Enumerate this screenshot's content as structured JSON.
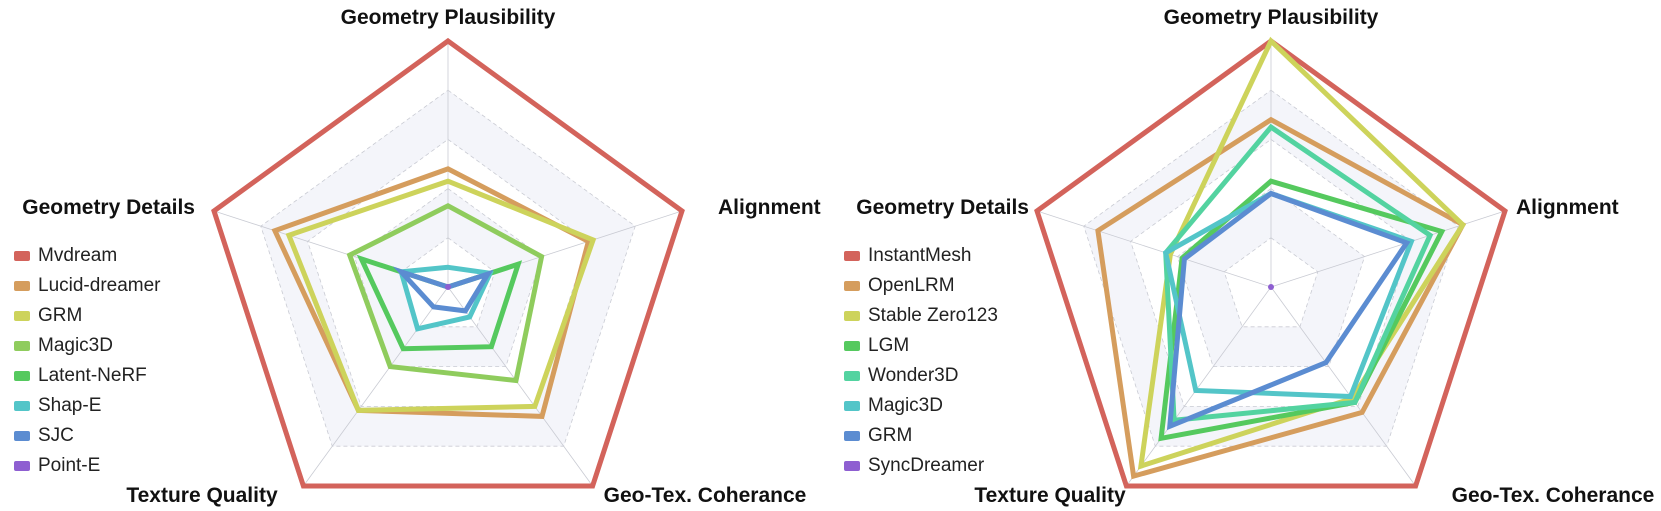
{
  "chart_data": [
    {
      "type": "radar",
      "title": "",
      "axes": [
        "Geometry Plausibility",
        "Alignment",
        "Geo-Tex. Coherance",
        "Texture Quality",
        "Geometry Details"
      ],
      "range": [
        0,
        1
      ],
      "grid": true,
      "legend_position": "bottom-left",
      "series": [
        {
          "name": "Mvdream",
          "color": "#d3635b",
          "values": [
            1.0,
            1.0,
            1.0,
            1.0,
            1.0
          ]
        },
        {
          "name": "Lucid-dreamer",
          "color": "#d59d5d",
          "values": [
            0.48,
            0.6,
            0.65,
            0.62,
            0.74
          ]
        },
        {
          "name": "GRM",
          "color": "#cdd35b",
          "values": [
            0.43,
            0.62,
            0.6,
            0.62,
            0.68
          ]
        },
        {
          "name": "Magic3D",
          "color": "#8fcc5d",
          "values": [
            0.33,
            0.4,
            0.47,
            0.4,
            0.42
          ]
        },
        {
          "name": "Latent-NeRF",
          "color": "#55c95e",
          "values": [
            0.0,
            0.3,
            0.3,
            0.31,
            0.37
          ]
        },
        {
          "name": "Shap-E",
          "color": "#53c5c8",
          "values": [
            0.08,
            0.18,
            0.15,
            0.21,
            0.2
          ]
        },
        {
          "name": "SJC",
          "color": "#5b8cd1",
          "values": [
            0.0,
            0.17,
            0.12,
            0.1,
            0.2
          ]
        },
        {
          "name": "Point-E",
          "color": "#8e5fd1",
          "values": [
            0.0,
            0.0,
            0.0,
            0.0,
            0.0
          ]
        }
      ]
    },
    {
      "type": "radar",
      "title": "",
      "axes": [
        "Geometry Plausibility",
        "Alignment",
        "Geo-Tex. Coherance",
        "Texture Quality",
        "Geometry Details"
      ],
      "range": [
        0,
        1
      ],
      "grid": true,
      "legend_position": "bottom-left",
      "series": [
        {
          "name": "InstantMesh",
          "color": "#d3635b",
          "values": [
            1.0,
            1.0,
            1.0,
            1.0,
            1.0
          ]
        },
        {
          "name": "OpenLRM",
          "color": "#d59d5d",
          "values": [
            0.68,
            0.82,
            0.63,
            0.95,
            0.74
          ]
        },
        {
          "name": "Stable Zero123",
          "color": "#cdd35b",
          "values": [
            1.0,
            0.82,
            0.56,
            0.9,
            0.43
          ]
        },
        {
          "name": "LGM",
          "color": "#55c95e",
          "values": [
            0.43,
            0.73,
            0.58,
            0.76,
            0.38
          ]
        },
        {
          "name": "Wonder3D",
          "color": "#53d3a0",
          "values": [
            0.65,
            0.68,
            0.58,
            0.67,
            0.45
          ]
        },
        {
          "name": "Magic3D",
          "color": "#53c5c8",
          "values": [
            0.38,
            0.6,
            0.55,
            0.52,
            0.45
          ]
        },
        {
          "name": "GRM",
          "color": "#5b8cd1",
          "values": [
            0.38,
            0.58,
            0.38,
            0.7,
            0.37
          ]
        },
        {
          "name": "SyncDreamer",
          "color": "#8e5fd1",
          "values": [
            0.0,
            0.0,
            0.0,
            0.0,
            0.0
          ]
        }
      ]
    }
  ]
}
